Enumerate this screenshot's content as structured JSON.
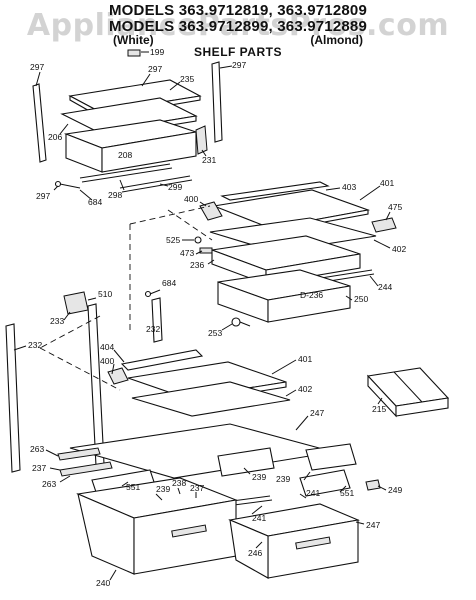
{
  "header": {
    "line1": "MODELS 363.9712819, 363.9712809",
    "line2": "MODELS 363.9712899, 363.9712889",
    "line3_left": "(White)",
    "line3_right": "(Almond)",
    "line4": "SHELF PARTS"
  },
  "watermark": "AppliancePartsPros.com",
  "callouts": [
    {
      "id": "c199",
      "text": "199"
    },
    {
      "id": "c297a",
      "text": "297"
    },
    {
      "id": "c297b",
      "text": "297"
    },
    {
      "id": "c297c",
      "text": "297"
    },
    {
      "id": "c297d",
      "text": "297"
    },
    {
      "id": "c235",
      "text": "235"
    },
    {
      "id": "c206",
      "text": "206"
    },
    {
      "id": "c208",
      "text": "208"
    },
    {
      "id": "c231",
      "text": "231"
    },
    {
      "id": "c298",
      "text": "298"
    },
    {
      "id": "c299",
      "text": "299"
    },
    {
      "id": "c684a",
      "text": "684"
    },
    {
      "id": "c684b",
      "text": "684"
    },
    {
      "id": "c403",
      "text": "403"
    },
    {
      "id": "c401a",
      "text": "401"
    },
    {
      "id": "c400a",
      "text": "400"
    },
    {
      "id": "c475",
      "text": "475"
    },
    {
      "id": "c525",
      "text": "525"
    },
    {
      "id": "c473",
      "text": "473"
    },
    {
      "id": "c402a",
      "text": "402"
    },
    {
      "id": "c236a",
      "text": "236"
    },
    {
      "id": "c244",
      "text": "244"
    },
    {
      "id": "c236b",
      "text": "D-236"
    },
    {
      "id": "c250",
      "text": "250"
    },
    {
      "id": "c510",
      "text": "510"
    },
    {
      "id": "c233",
      "text": "233"
    },
    {
      "id": "c232a",
      "text": "232"
    },
    {
      "id": "c253",
      "text": "253"
    },
    {
      "id": "c232b",
      "text": "232"
    },
    {
      "id": "c404",
      "text": "404"
    },
    {
      "id": "c400b",
      "text": "400"
    },
    {
      "id": "c401b",
      "text": "401"
    },
    {
      "id": "c402b",
      "text": "402"
    },
    {
      "id": "c215",
      "text": "215"
    },
    {
      "id": "c247a",
      "text": "247"
    },
    {
      "id": "c263a",
      "text": "263"
    },
    {
      "id": "c237a",
      "text": "237"
    },
    {
      "id": "c263b",
      "text": "263"
    },
    {
      "id": "c551a",
      "text": "551"
    },
    {
      "id": "c239a",
      "text": "239"
    },
    {
      "id": "c239b",
      "text": "239"
    },
    {
      "id": "c239c",
      "text": "239"
    },
    {
      "id": "c238",
      "text": "238"
    },
    {
      "id": "c237b",
      "text": "237"
    },
    {
      "id": "c241a",
      "text": "241"
    },
    {
      "id": "c551b",
      "text": "551"
    },
    {
      "id": "c249",
      "text": "249"
    },
    {
      "id": "c241b",
      "text": "241"
    },
    {
      "id": "c247b",
      "text": "247"
    },
    {
      "id": "c246",
      "text": "246"
    },
    {
      "id": "c240",
      "text": "240"
    }
  ]
}
